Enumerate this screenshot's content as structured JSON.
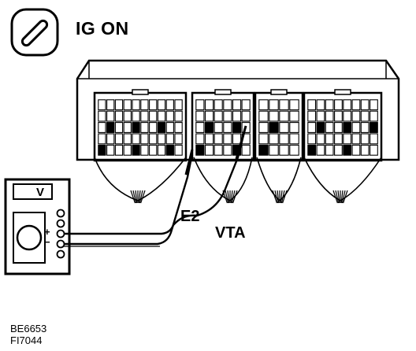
{
  "ignition": {
    "label": "IG ON",
    "icon": "ignition-key-icon"
  },
  "probes": {
    "ground_label": "E2",
    "signal_label": "VTA"
  },
  "meter": {
    "unit": "V",
    "plus_sign": "+",
    "minus_sign": "−"
  },
  "figure_codes": [
    "BE6653",
    "FI7044"
  ],
  "colors": {
    "ink": "#000000",
    "paper": "#ffffff"
  }
}
